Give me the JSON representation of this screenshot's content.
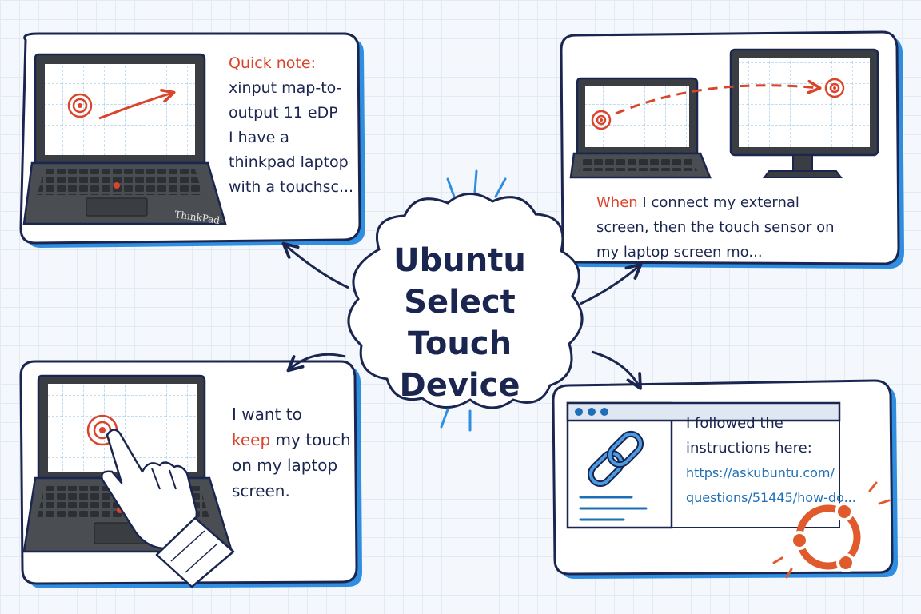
{
  "title": {
    "line1": "Ubuntu",
    "line2": "Select",
    "line3": "Touch Device"
  },
  "cards": {
    "top_left": {
      "note_label": "Quick note:",
      "lines": [
        "xinput map-to-",
        "output 11 eDP",
        "I have a",
        "thinkpad laptop",
        "with a touchsc..."
      ],
      "brand": "ThinkPad"
    },
    "top_right": {
      "accent": "When",
      "line1_rest": " I connect my external",
      "lines": [
        "screen, then the touch sensor on",
        "my laptop screen mo..."
      ]
    },
    "bottom_left": {
      "line1": "I want to",
      "accent": "keep",
      "line2_rest": " my touch",
      "lines": [
        "on my laptop",
        "screen."
      ]
    },
    "bottom_right": {
      "lines": [
        "I followed the",
        "instructions here:"
      ],
      "link_lines": [
        "https://askubuntu.com/",
        "questions/51445/how-do..."
      ]
    }
  },
  "colors": {
    "ink": "#1b2650",
    "accent": "#d9442b",
    "link": "#1e6fb8",
    "grid": "#9cc9ea",
    "laptop_body": "#4a4d52",
    "ubuntu": "#e05a2b"
  }
}
